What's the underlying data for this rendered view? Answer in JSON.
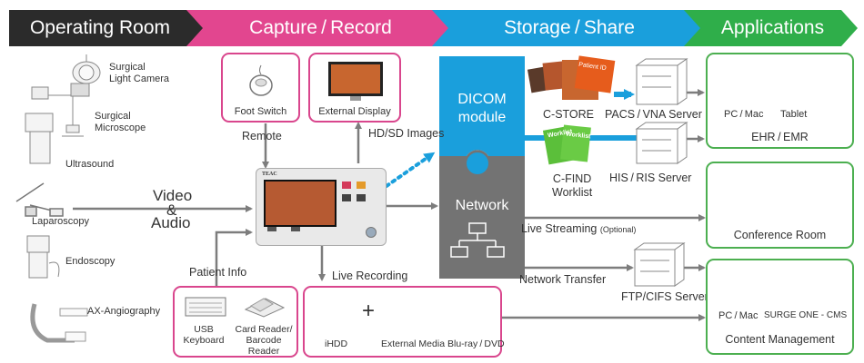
{
  "stages": [
    {
      "label": "Operating Room",
      "color": "#2b2b2b"
    },
    {
      "label": "Capture / Record",
      "color": "#e2468f"
    },
    {
      "label": "Storage / Share",
      "color": "#1a9fdc"
    },
    {
      "label": "Applications",
      "color": "#2fae4a"
    }
  ],
  "operating_room": {
    "surgical_light_camera": "Surgical\nLight Camera",
    "surgical_microscope": "Surgical\nMicroscope",
    "ultrasound": "Ultrasound",
    "laparoscopy": "Laparoscopy",
    "endoscopy": "Endoscopy",
    "ax_angiography": "AX-Angiography"
  },
  "flows": {
    "video": "Video",
    "amp": "&",
    "audio": "Audio",
    "remote": "Remote",
    "hd_sd_images": "HD/SD Images",
    "patient_info": "Patient Info",
    "live_recording": "Live Recording",
    "live_streaming": "Live Streaming",
    "optional": "(Optional)",
    "network_transfer": "Network Transfer"
  },
  "capture": {
    "foot_switch": "Foot Switch",
    "external_display": "External Display",
    "device_brand": "TEAC",
    "usb_keyboard": "USB\nKeyboard",
    "card_reader": "Card Reader/\nBarcode Reader",
    "ihdd": "iHDD",
    "plus": "+",
    "external_media": "External Media",
    "bluray_dvd": "Blu-ray / DVD"
  },
  "storage": {
    "dicom_module": "DICOM\nmodule",
    "network": "Network",
    "patient_id": "Patient ID",
    "worklist": "Worklist",
    "c_store": "C-STORE",
    "c_find": "C-FIND\nWorklist",
    "pacs_vna": "PACS / VNA Server",
    "his_ris": "HIS / RIS Server",
    "ftp_cifs": "FTP/CIFS Server"
  },
  "applications": {
    "pc_mac": "PC / Mac",
    "tablet": "Tablet",
    "ehr_emr": "EHR / EMR",
    "conference_room": "Conference Room",
    "pc_mac_2": "PC / Mac",
    "surge_one": "SURGE ONE - CMS",
    "content_management": "Content Management"
  }
}
